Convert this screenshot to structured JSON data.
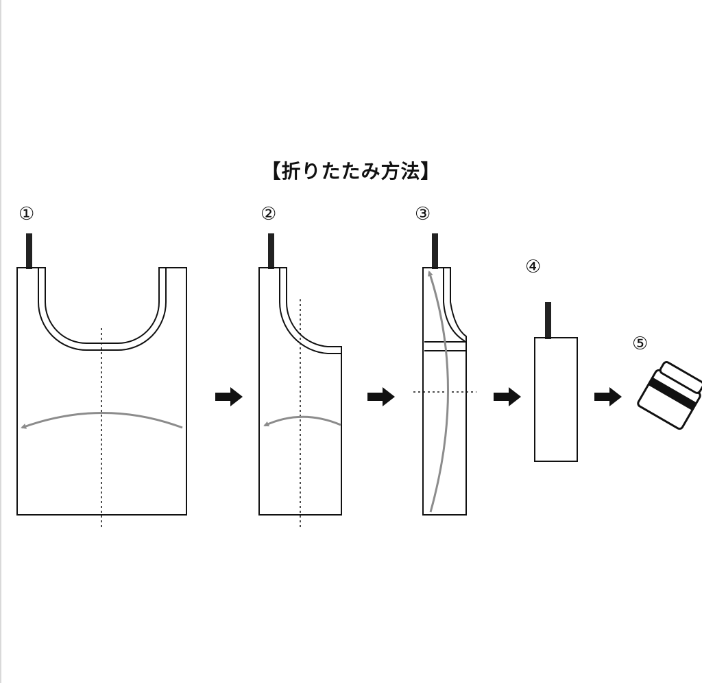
{
  "title": "【折りたたみ方法】",
  "steps": [
    {
      "number": "①"
    },
    {
      "number": "②"
    },
    {
      "number": "③"
    },
    {
      "number": "④"
    },
    {
      "number": "⑤"
    }
  ],
  "colors": {
    "outline": "#111111",
    "fold_arrow": "#8c8c8c",
    "handle": "#222222"
  }
}
